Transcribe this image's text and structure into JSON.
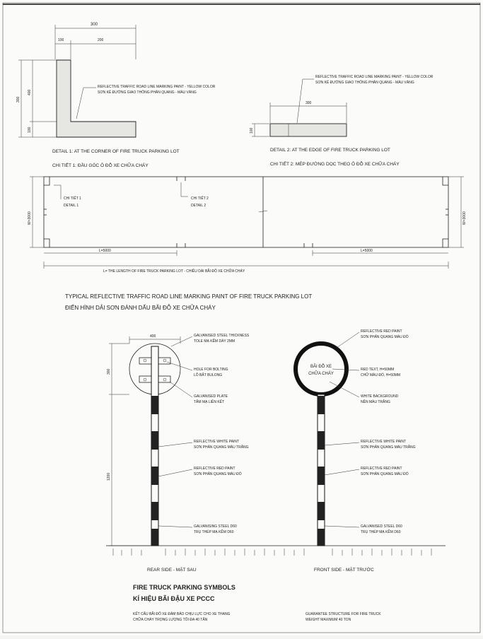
{
  "detail1": {
    "dim_top": "300",
    "dim_left": "100",
    "dim_right": "200",
    "dim_height": "300",
    "dim_mid": "400",
    "dim_bottom": "100",
    "note": [
      "REFLECTIVE TRAFFIC ROAD LINE MARKING PAINT - YELLOW COLOR",
      "SƠN KẺ ĐƯỜNG GIAO THÔNG PHẢN QUANG - MÀU VÀNG"
    ],
    "caption_en": "DETAIL 1: AT THE CORNER OF FIRE TRUCK PARKING LOT",
    "caption_vi": "CHI TIẾT 1: ĐẦU GÓC Ô ĐỖ XE CHỮA CHÁY"
  },
  "detail2": {
    "dim_width": "300",
    "dim_height": "100",
    "note": [
      "REFLECTIVE TRAFFIC ROAD LINE MARKING PAINT - YELLOW COLOR",
      "SƠN KẺ ĐƯỜNG GIAO THÔNG PHẢN QUANG - MÀU VÀNG"
    ],
    "caption_en": "DETAIL 2: AT THE EDGE OF FIRE TRUCK PARKING LOT",
    "caption_vi": "CHI TIẾT 2: MÉP ĐƯỜNG DỌC THEO Ô ĐỖ XE CHỮA CHÁY"
  },
  "plan": {
    "callout1_vi": "CHI TIẾT 1",
    "callout1_en": "DETAIL 1",
    "callout2_vi": "CHI TIẾT 2",
    "callout2_en": "DETAIL 2",
    "dim_left_side": "W=3000",
    "dim_right_side": "W=3000",
    "dim_seg_left": "L=5000",
    "dim_seg_right": "L=5000",
    "total_length": "L= THE LENGTH OF FIRE TRUCK PARKING LOT - CHIỀU DÀI BÃI ĐỖ XE CHỮA CHÁY",
    "title_en": "TYPICAL REFLECTIVE TRAFFIC ROAD LINE MARKING PAINT OF FIRE TRUCK PARKING LOT",
    "title_vi": "ĐIỂN HÌNH DẢI SƠN ĐÁNH DẤU BÃI ĐỖ XE CHỮA CHÁY"
  },
  "rear": {
    "dim_top": "400",
    "dim_side": "300",
    "dim_pole": "1200",
    "labels": [
      [
        "GALVANISED STEEL THICKNESS",
        "TOLE MẠ KẼM DÀY 2MM"
      ],
      [
        "HOLE FOR BOLTING",
        "LỖ BẮT BULONG"
      ],
      [
        "GALVANISED PLATE",
        "TẤM MẠ LIÊN KẾT"
      ],
      [
        "REFLECTIVE WHITE PAINT",
        "SƠN PHẢN QUANG MÀU TRẮNG"
      ],
      [
        "REFLECTIVE RED PAINT",
        "SƠN PHẢN QUANG MÀU ĐỎ"
      ],
      [
        "GALVANISING STEEL D60",
        "TRỤ THÉP MẠ KẼM D60"
      ]
    ],
    "caption": "REAR SIDE - MẶT SAU"
  },
  "front": {
    "sign_text": [
      "BÃI ĐỖ XE",
      "CHỮA CHÁY"
    ],
    "labels": [
      [
        "REFLECTIVE RED PAINT",
        "SƠN PHẢN QUANG MÀU ĐỎ"
      ],
      [
        "RED TEXT, H=50MM",
        "CHỮ MÀU ĐỎ, H=50MM"
      ],
      [
        "WHITE BACKGROUND",
        "NỀN MÀU TRẮNG"
      ],
      [
        "REFLECTIVE WHITE PAINT",
        "SƠN PHẢN QUANG MÀU TRẮNG"
      ],
      [
        "REFLECTIVE RED PAINT",
        "SƠN PHẢN QUANG MÀU ĐỎ"
      ],
      [
        "GALVANISED STEEL D60",
        "TRỤ THÉP MẠ KẼM D60"
      ]
    ],
    "caption": "FRONT SIDE - MẶT TRƯỚC"
  },
  "symbols": {
    "title_en": "FIRE TRUCK PARKING SYMBOLS",
    "title_vi": "KÍ HIỆU BÃI ĐẬU XE PCCC",
    "note_vi": [
      "KẾT CẤU BÃI ĐỖ XE ĐẢM BẢO CHỊU LỰC CHO XE THANG",
      "CHỮA CHÁY TRỌNG LƯỢNG TỐI ĐA 40 TẤN"
    ],
    "note_en": [
      "GUARANTEE STRUCTURE FOR FIRE TRUCK",
      "WEIGHT MAXIMUM 40 TON"
    ]
  }
}
